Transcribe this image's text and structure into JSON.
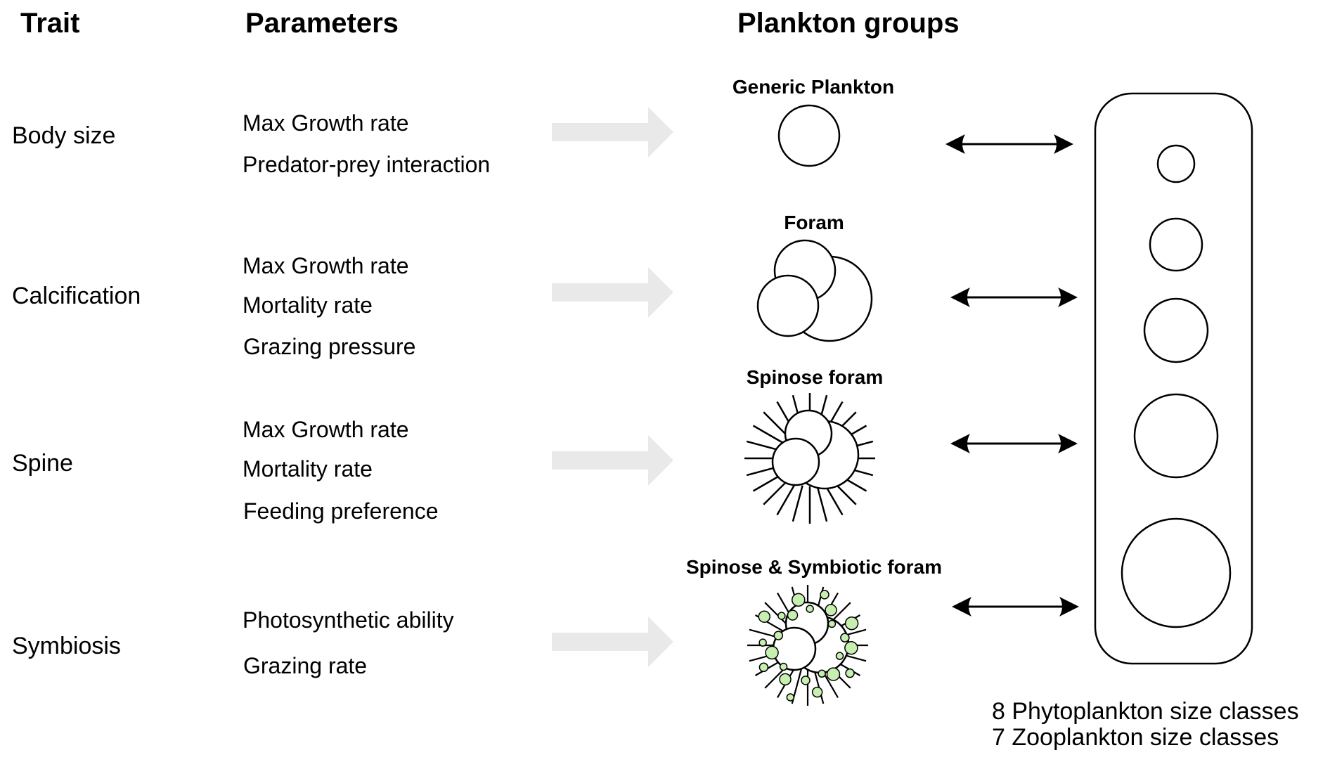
{
  "headings": {
    "trait": "Trait",
    "parameters": "Parameters",
    "plankton_groups": "Plankton groups"
  },
  "rows": [
    {
      "trait": "Body size",
      "parameters": [
        "Max Growth rate",
        "Predator-prey interaction"
      ],
      "group": "Generic Plankton",
      "group_icon": "generic-plankton-icon"
    },
    {
      "trait": "Calcification",
      "parameters": [
        "Max Growth rate",
        "Mortality rate",
        "Grazing pressure"
      ],
      "group": "Foram",
      "group_icon": "foram-icon"
    },
    {
      "trait": "Spine",
      "parameters": [
        "Max Growth rate",
        "Mortality rate",
        "Feeding preference"
      ],
      "group": "Spinose foram",
      "group_icon": "spinose-foram-icon"
    },
    {
      "trait": "Symbiosis",
      "parameters": [
        "Photosynthetic ability",
        "Grazing rate"
      ],
      "group": "Spinose & Symbiotic foram",
      "group_icon": "spinose-symbiotic-foram-icon"
    }
  ],
  "size_classes": {
    "icon": "size-classes-column-icon",
    "phytoplankton": "8 Phytoplankton size classes",
    "zooplankton": "7 Zooplankton size classes"
  },
  "colors": {
    "flow_arrow": "#e9e9e9",
    "stroke": "#000000",
    "symbiont": "#c6efb0"
  }
}
